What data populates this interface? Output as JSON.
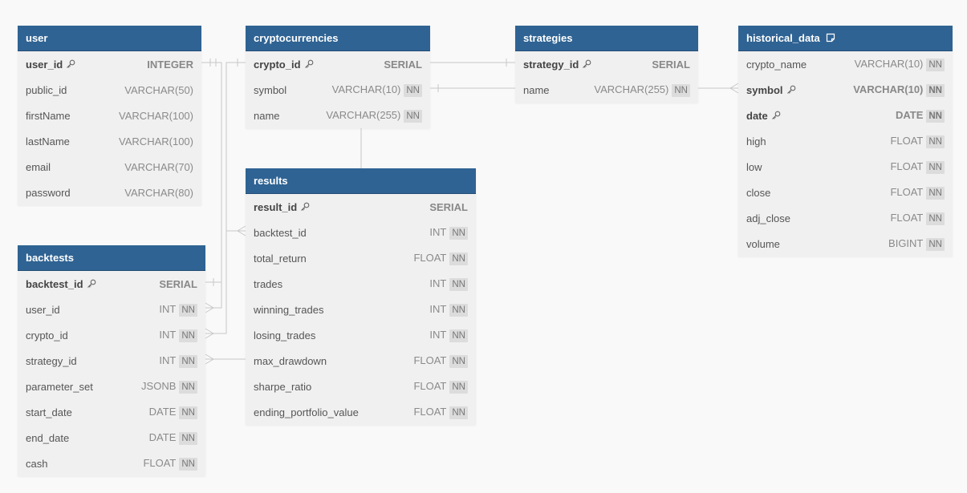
{
  "tables": {
    "user": {
      "title": "user",
      "columns": [
        {
          "name": "user_id",
          "type": "INTEGER",
          "pk": true,
          "nn": false
        },
        {
          "name": "public_id",
          "type": "VARCHAR(50)",
          "pk": false,
          "nn": false
        },
        {
          "name": "firstName",
          "type": "VARCHAR(100)",
          "pk": false,
          "nn": false
        },
        {
          "name": "lastName",
          "type": "VARCHAR(100)",
          "pk": false,
          "nn": false
        },
        {
          "name": "email",
          "type": "VARCHAR(70)",
          "pk": false,
          "nn": false
        },
        {
          "name": "password",
          "type": "VARCHAR(80)",
          "pk": false,
          "nn": false
        }
      ]
    },
    "cryptocurrencies": {
      "title": "cryptocurrencies",
      "columns": [
        {
          "name": "crypto_id",
          "type": "SERIAL",
          "pk": true,
          "nn": false
        },
        {
          "name": "symbol",
          "type": "VARCHAR(10)",
          "pk": false,
          "nn": true
        },
        {
          "name": "name",
          "type": "VARCHAR(255)",
          "pk": false,
          "nn": true
        }
      ]
    },
    "strategies": {
      "title": "strategies",
      "columns": [
        {
          "name": "strategy_id",
          "type": "SERIAL",
          "pk": true,
          "nn": false
        },
        {
          "name": "name",
          "type": "VARCHAR(255)",
          "pk": false,
          "nn": true
        }
      ]
    },
    "historical_data": {
      "title": "historical_data",
      "has_note": true,
      "columns": [
        {
          "name": "crypto_name",
          "type": "VARCHAR(10)",
          "pk": false,
          "nn": true
        },
        {
          "name": "symbol",
          "type": "VARCHAR(10)",
          "pk": true,
          "nn": true
        },
        {
          "name": "date",
          "type": "DATE",
          "pk": true,
          "nn": true
        },
        {
          "name": "high",
          "type": "FLOAT",
          "pk": false,
          "nn": true
        },
        {
          "name": "low",
          "type": "FLOAT",
          "pk": false,
          "nn": true
        },
        {
          "name": "close",
          "type": "FLOAT",
          "pk": false,
          "nn": true
        },
        {
          "name": "adj_close",
          "type": "FLOAT",
          "pk": false,
          "nn": true
        },
        {
          "name": "volume",
          "type": "BIGINT",
          "pk": false,
          "nn": true
        }
      ]
    },
    "results": {
      "title": "results",
      "columns": [
        {
          "name": "result_id",
          "type": "SERIAL",
          "pk": true,
          "nn": false
        },
        {
          "name": "backtest_id",
          "type": "INT",
          "pk": false,
          "nn": true
        },
        {
          "name": "total_return",
          "type": "FLOAT",
          "pk": false,
          "nn": true
        },
        {
          "name": "trades",
          "type": "INT",
          "pk": false,
          "nn": true
        },
        {
          "name": "winning_trades",
          "type": "INT",
          "pk": false,
          "nn": true
        },
        {
          "name": "losing_trades",
          "type": "INT",
          "pk": false,
          "nn": true
        },
        {
          "name": "max_drawdown",
          "type": "FLOAT",
          "pk": false,
          "nn": true
        },
        {
          "name": "sharpe_ratio",
          "type": "FLOAT",
          "pk": false,
          "nn": true
        },
        {
          "name": "ending_portfolio_value",
          "type": "FLOAT",
          "pk": false,
          "nn": true
        }
      ]
    },
    "backtests": {
      "title": "backtests",
      "columns": [
        {
          "name": "backtest_id",
          "type": "SERIAL",
          "pk": true,
          "nn": false
        },
        {
          "name": "user_id",
          "type": "INT",
          "pk": false,
          "nn": true
        },
        {
          "name": "crypto_id",
          "type": "INT",
          "pk": false,
          "nn": true
        },
        {
          "name": "strategy_id",
          "type": "INT",
          "pk": false,
          "nn": true
        },
        {
          "name": "parameter_set",
          "type": "JSONB",
          "pk": false,
          "nn": true
        },
        {
          "name": "start_date",
          "type": "DATE",
          "pk": false,
          "nn": true
        },
        {
          "name": "end_date",
          "type": "DATE",
          "pk": false,
          "nn": true
        },
        {
          "name": "cash",
          "type": "FLOAT",
          "pk": false,
          "nn": true
        }
      ]
    }
  },
  "nn_label": "NN",
  "colors": {
    "header": "#2f6393",
    "body": "#f0f0f0",
    "connector": "#c8c8c8",
    "background": "#f9f9f9"
  }
}
